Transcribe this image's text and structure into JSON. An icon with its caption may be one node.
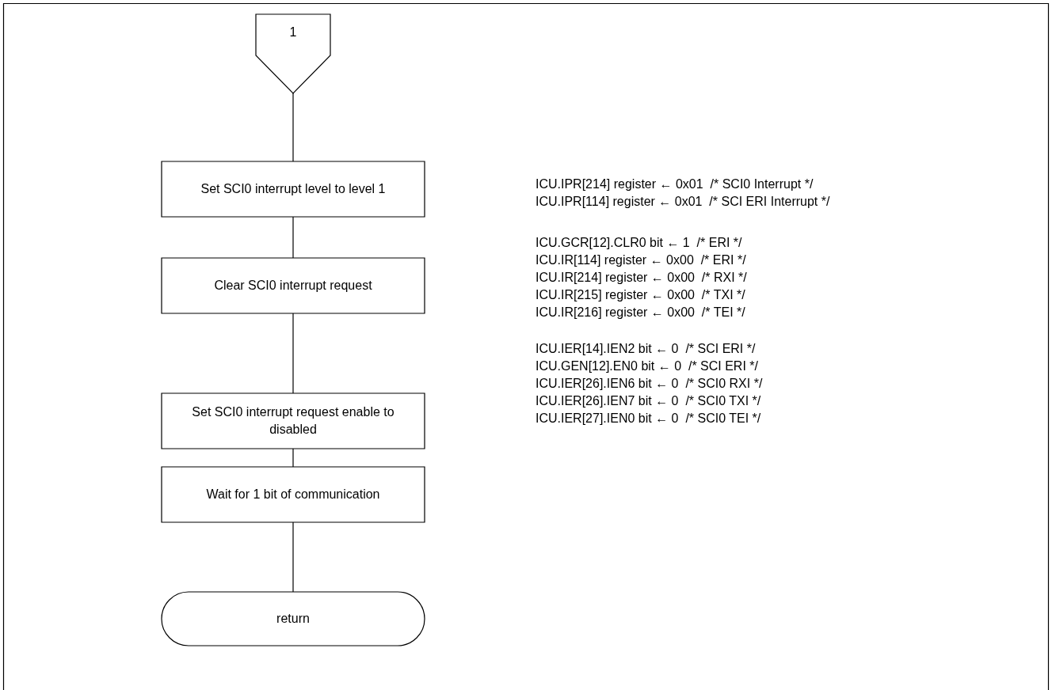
{
  "diagram": {
    "nodes": [
      {
        "text": [
          "1"
        ]
      },
      {
        "text": [
          "Set SCI0 interrupt level to level 1"
        ]
      },
      {
        "text": [
          "Clear SCI0 interrupt request"
        ]
      },
      {
        "text": [
          "Set SCI0 interrupt request enable to disabled"
        ]
      },
      {
        "text": [
          "Wait for 1 bit of communication"
        ]
      },
      {
        "text": [
          "return"
        ]
      }
    ],
    "edges": [
      {
        "from": 0,
        "to": 1,
        "arrow": "none"
      },
      {
        "from": 1,
        "to": 2,
        "arrow": "none"
      },
      {
        "from": 2,
        "to": 3,
        "arrow": "none"
      },
      {
        "from": 3,
        "to": 4,
        "arrow": "none"
      },
      {
        "from": 4,
        "to": 5,
        "arrow": "none"
      }
    ],
    "labels": [
      "ICU.IPR[214] register ← 0x01  /* SCI0 Interrupt */",
      "ICU.IPR[114] register ← 0x01  /* SCI ERI Interrupt */",
      "ICU.GCR[12].CLR0 bit ← 1  /* ERI */",
      "ICU.IR[114] register ← 0x00  /* ERI */",
      "ICU.IR[214] register ← 0x00  /* RXI */",
      "ICU.IR[215] register ← 0x00  /* TXI */",
      "ICU.IR[216] register ← 0x00  /* TEI */",
      "ICU.IER[14].IEN2 bit ← 0  /* SCI ERI */",
      "ICU.GEN[12].EN0 bit ← 0  /* SCI ERI */",
      "ICU.IER[26].IEN6 bit ← 0  /* SCI0 RXI */",
      "ICU.IER[26].IEN7 bit ← 0  /* SCI0 TXI */",
      "ICU.IER[27].IEN0 bit ← 0  /* SCI0 TEI */"
    ]
  }
}
